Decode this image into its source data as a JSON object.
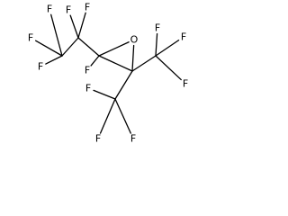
{
  "molecule": {
    "atoms": [
      {
        "id": "c1",
        "element": "C",
        "label": ""
      },
      {
        "id": "c2",
        "element": "C",
        "label": ""
      },
      {
        "id": "c3",
        "element": "C",
        "label": ""
      },
      {
        "id": "c4",
        "element": "C",
        "label": ""
      },
      {
        "id": "c5",
        "element": "C",
        "label": ""
      },
      {
        "id": "c6",
        "element": "C",
        "label": ""
      },
      {
        "id": "o1",
        "element": "O",
        "label": "O"
      },
      {
        "id": "f1",
        "element": "F",
        "label": "F"
      },
      {
        "id": "f2",
        "element": "F",
        "label": "F"
      },
      {
        "id": "f3",
        "element": "F",
        "label": "F"
      },
      {
        "id": "f4",
        "element": "F",
        "label": "F"
      },
      {
        "id": "f5",
        "element": "F",
        "label": "F"
      },
      {
        "id": "f6",
        "element": "F",
        "label": "F"
      },
      {
        "id": "f7",
        "element": "F",
        "label": "F"
      },
      {
        "id": "f8",
        "element": "F",
        "label": "F"
      },
      {
        "id": "f9",
        "element": "F",
        "label": "F"
      },
      {
        "id": "f10",
        "element": "F",
        "label": "F"
      },
      {
        "id": "f11",
        "element": "F",
        "label": "F"
      },
      {
        "id": "f12",
        "element": "F",
        "label": "F"
      }
    ],
    "bonds": [
      [
        "c1",
        "f1"
      ],
      [
        "c1",
        "f2"
      ],
      [
        "c1",
        "f3"
      ],
      [
        "c1",
        "c2"
      ],
      [
        "c2",
        "f4"
      ],
      [
        "c2",
        "f5"
      ],
      [
        "c2",
        "c3"
      ],
      [
        "c3",
        "f6"
      ],
      [
        "c3",
        "o1"
      ],
      [
        "c3",
        "c4"
      ],
      [
        "c4",
        "o1"
      ],
      [
        "c4",
        "c5"
      ],
      [
        "c4",
        "c6"
      ],
      [
        "c5",
        "f7"
      ],
      [
        "c5",
        "f8"
      ],
      [
        "c5",
        "f9"
      ],
      [
        "c6",
        "f10"
      ],
      [
        "c6",
        "f11"
      ],
      [
        "c6",
        "f12"
      ]
    ]
  }
}
